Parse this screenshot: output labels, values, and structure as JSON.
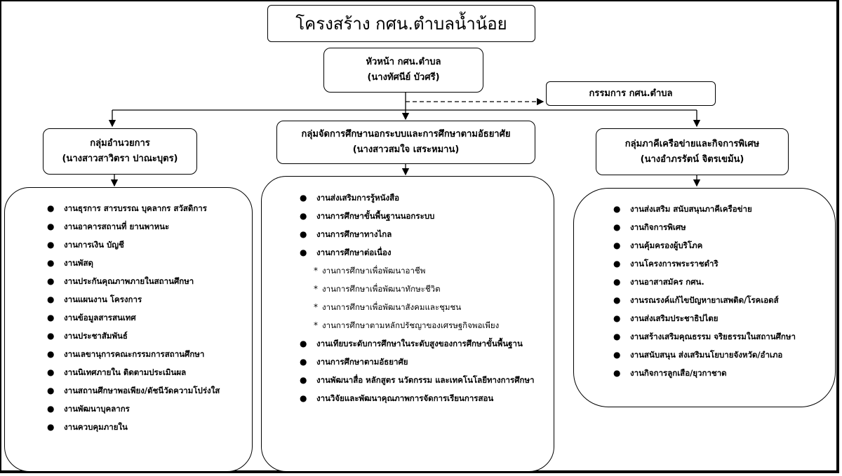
{
  "title": "โครงสร้าง กศน.ตำบลน้ำน้อย",
  "head": {
    "role": "หัวหน้า กศน.ตำบล",
    "name": "(นางทัศนีย์ บัวศรี)"
  },
  "committee": {
    "label": "กรรมการ กศน.ตำบล"
  },
  "groups": [
    {
      "title": "กลุ่มอำนวยการ",
      "person": "(นางสาวสาวิตรา ปาณะบุตร)",
      "tasks": [
        "งานธุรการ สารบรรณ บุคลากร สวัสดิการ",
        "งานอาคารสถานที่ ยานพาหนะ",
        "งานการเงิน บัญชี",
        "งานพัสดุ",
        "งานประกันคุณภาพภายในสถานศึกษา",
        "งานแผนงาน โครงการ",
        "งานข้อมูลสารสนเทศ",
        "งานประชาสัมพันธ์",
        "งานเลขานุการคณะกรรมการสถานศึกษา",
        "งานนิเทศภายใน ติดตามประเมินผล",
        "งานสถานศึกษาพอเพียง/ดัชนีวัดความโปร่งใส",
        "งานพัฒนาบุคลากร",
        "งานควบคุมภายใน"
      ]
    },
    {
      "title": "กลุ่มจัดการศึกษานอกระบบและการศึกษาตามอัธยาศัย",
      "person": "(นางสาวสมใจ เสระหมาน)",
      "tasks": [
        {
          "text": "งานส่งเสริมการรู้หนังสือ",
          "sub": false
        },
        {
          "text": "งานการศึกษาขั้นพื้นฐานนอกระบบ",
          "sub": false
        },
        {
          "text": "งานการศึกษาทางไกล",
          "sub": false
        },
        {
          "text": "งานการศึกษาต่อเนื่อง",
          "sub": false
        },
        {
          "text": "งานการศึกษาเพื่อพัฒนาอาชีพ",
          "sub": true
        },
        {
          "text": "งานการศึกษาเพื่อพัฒนาทักษะชีวิต",
          "sub": true
        },
        {
          "text": "งานการศึกษาเพื่อพัฒนาสังคมและชุมชน",
          "sub": true
        },
        {
          "text": "งานการศึกษาตามหลักปรัชญาของเศรษฐกิจพอเพียง",
          "sub": true
        },
        {
          "text": "งานเทียบระดับการศึกษาในระดับสูงของการศึกษาขั้นพื้นฐาน",
          "sub": false
        },
        {
          "text": "งานการศึกษาตามอัธยาศัย",
          "sub": false
        },
        {
          "text": "งานพัฒนาสื่อ หลักสูตร นวัตกรรม และเทคโนโลยีทางการศึกษา",
          "sub": false
        },
        {
          "text": "งานวิจัยและพัฒนาคุณภาพการจัดการเรียนการสอน",
          "sub": false
        }
      ]
    },
    {
      "title": "กลุ่มภาคีเครือข่ายและกิจการพิเศษ",
      "person": "(นางอำภรรัตน์ จิตรเขม้น)",
      "tasks": [
        "งานส่งเสริม สนับสนุนภาคีเครือข่าย",
        "งานกิจการพิเศษ",
        "งานคุ้มครองผู้บริโภค",
        "งานโครงการพระราชดำริ",
        "งานอาสาสมัคร กศน.",
        "งานรณรงค์แก้ไขปัญหายาเสพติด/โรคเอดส์",
        "งานส่งเสริมประชาธิปไตย",
        "งานสร้างเสริมคุณธรรม จริยธรรมในสถานศึกษา",
        "งานสนับสนุน ส่งเสริมนโยบายจังหวัด/อำเภอ",
        "งานกิจการลูกเสือ/ยุวกาชาด"
      ]
    }
  ],
  "bullet_symbol": "●",
  "sub_bullet_symbol": "*"
}
